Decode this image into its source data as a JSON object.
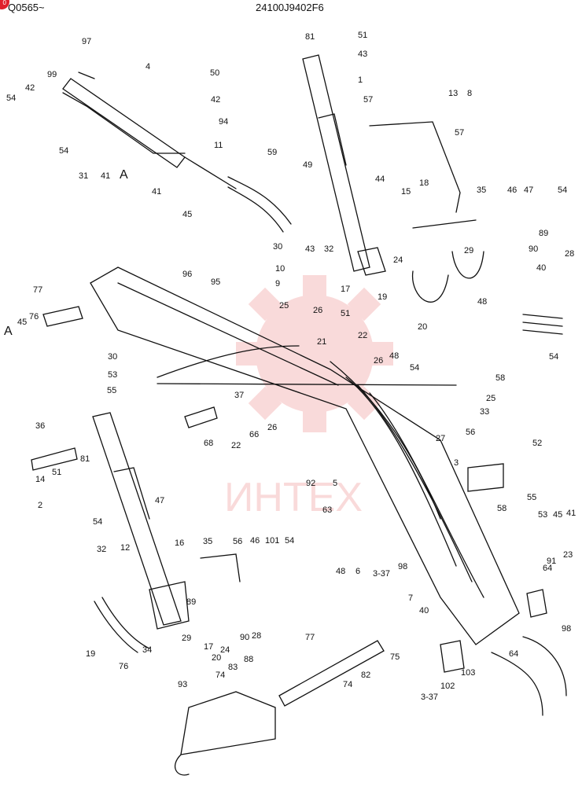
{
  "header": {
    "left_code": "Q0565~",
    "center_code": "24100J9402F6",
    "badge_text": "0"
  },
  "watermark": {
    "text": "ИНТЕХ",
    "color": "#e85a5a"
  },
  "detail_marker": "A",
  "part_labels": [
    "97",
    "4",
    "50",
    "54",
    "42",
    "99",
    "42",
    "94",
    "11",
    "59",
    "54",
    "31",
    "41",
    "A",
    "41",
    "45",
    "81",
    "51",
    "43",
    "1",
    "57",
    "49",
    "13",
    "8",
    "57",
    "44",
    "15",
    "18",
    "35",
    "46",
    "47",
    "54",
    "43",
    "32",
    "24",
    "29",
    "89",
    "90",
    "28",
    "40",
    "17",
    "19",
    "20",
    "48",
    "54",
    "30",
    "10",
    "9",
    "96",
    "95",
    "77",
    "76",
    "45",
    "A",
    "25",
    "26",
    "51",
    "21",
    "22",
    "26",
    "48",
    "54",
    "30",
    "53",
    "55",
    "58",
    "25",
    "33",
    "37",
    "56",
    "68",
    "66",
    "26",
    "22",
    "92",
    "5",
    "27",
    "3",
    "52",
    "63",
    "58",
    "55",
    "53",
    "45",
    "41",
    "36",
    "81",
    "51",
    "14",
    "2",
    "47",
    "54",
    "32",
    "12",
    "16",
    "35",
    "56",
    "46",
    "101",
    "54",
    "48",
    "6",
    "3-37",
    "98",
    "64",
    "91",
    "23",
    "7",
    "40",
    "89",
    "29",
    "90",
    "24",
    "20",
    "17",
    "28",
    "19",
    "34",
    "76",
    "77",
    "75",
    "82",
    "74",
    "64",
    "98",
    "3-37",
    "102",
    "103",
    "88",
    "83",
    "74",
    "93"
  ]
}
